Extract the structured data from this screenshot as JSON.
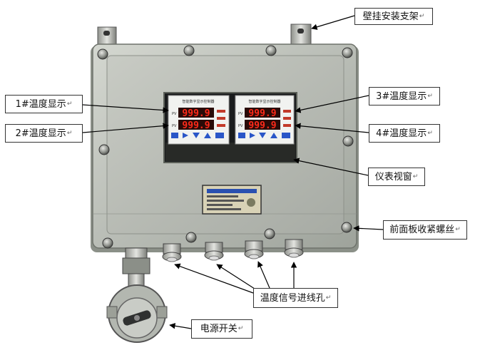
{
  "labels": {
    "bracket": "壁挂安装支架",
    "display1": "1#温度显示",
    "display2": "2#温度显示",
    "display3": "3#温度显示",
    "display4": "4#温度显示",
    "window": "仪表视窗",
    "screws": "前面板收紧螺丝",
    "holes": "温度信号进线孔",
    "switch": "电源开关",
    "para_mark": "↵"
  },
  "meters": {
    "left": {
      "title": "智能数字显示控制器",
      "pv1": "999.9",
      "pv2": "999.9"
    },
    "right": {
      "title": "智能数字显示控制器",
      "pv1": "999.9",
      "pv2": "999.9"
    }
  },
  "colors": {
    "enclosure": "#b9bdb6",
    "enclosure_dark": "#7d827b",
    "led_red": "#ff2a1a",
    "button_blue": "#2a56c8",
    "callout_border": "#333333",
    "arrow": "#000000"
  }
}
